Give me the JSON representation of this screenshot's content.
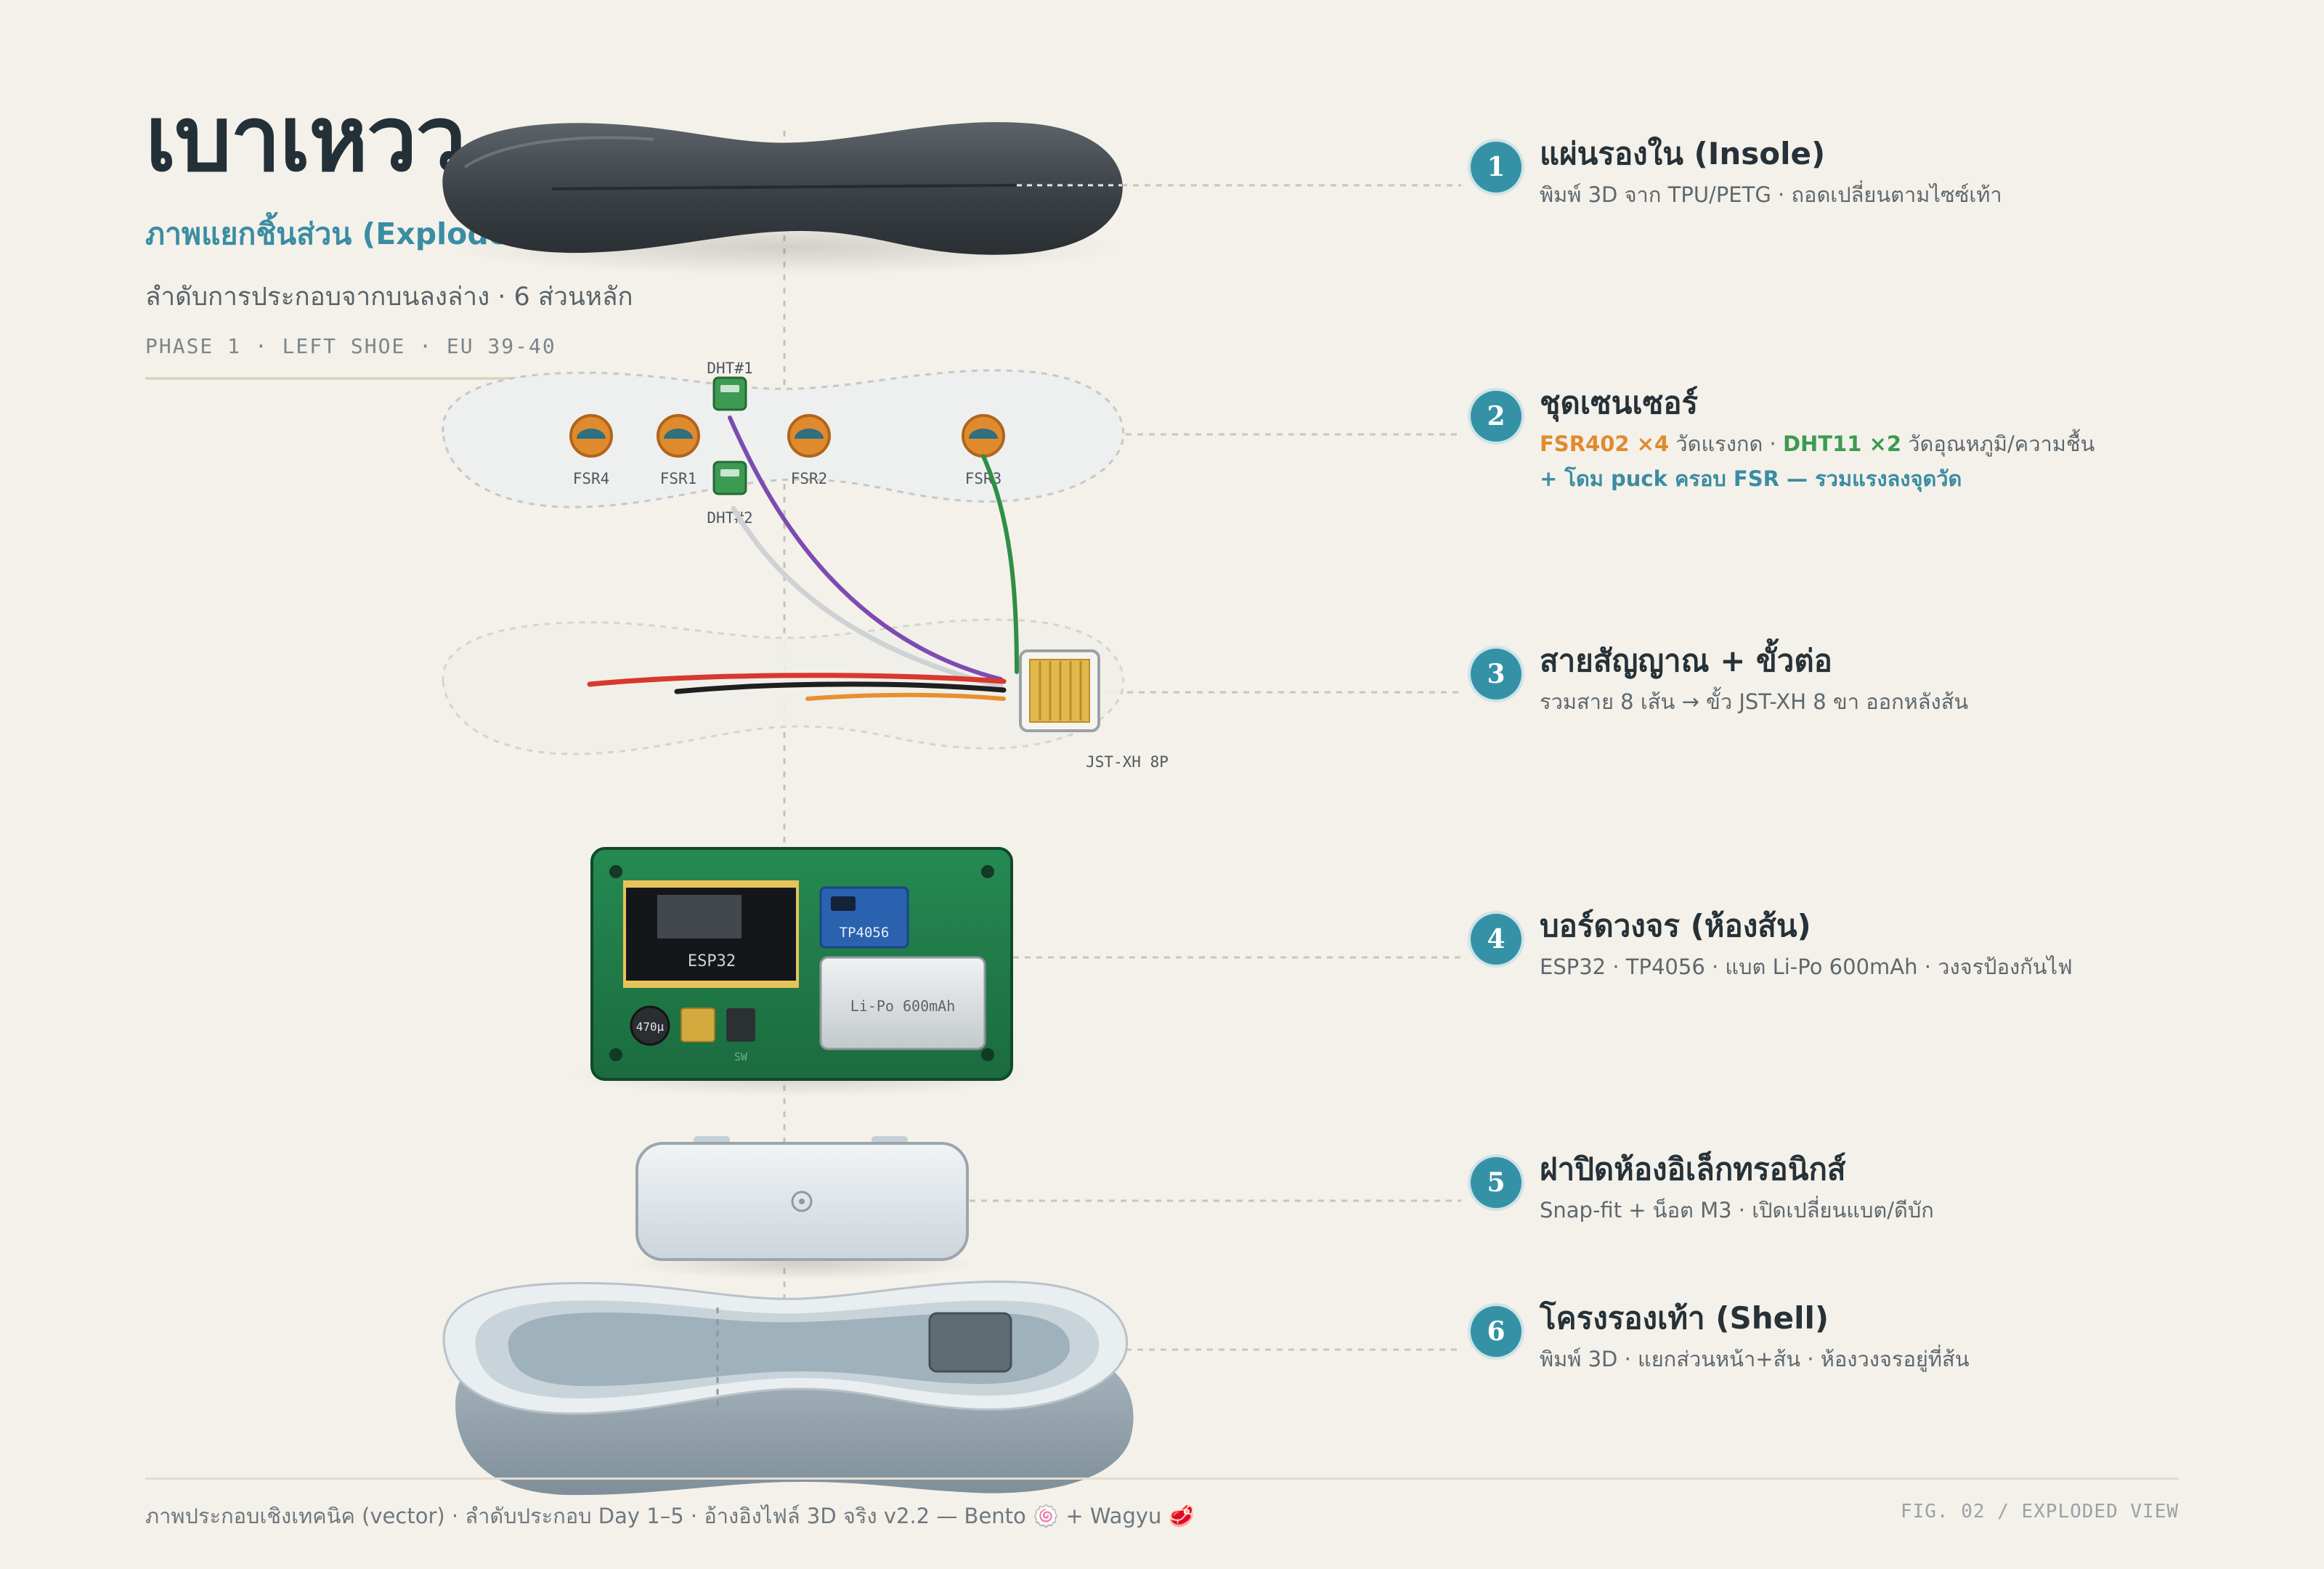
{
  "title": "เบาเหวว",
  "subtitle": "ภาพแยกชิ้นส่วน (Exploded View)",
  "subtitle_2": "ลำดับการประกอบจากบนลงล่าง · 6 ส่วนหลัก",
  "phase": "PHASE 1 · LEFT SHOE · EU 39-40",
  "parts": [
    {
      "number": "1",
      "title": "แผ่นรองใน (Insole)",
      "desc": "พิมพ์ 3D จาก TPU/PETG · ถอดเปลี่ยนตามไซซ์เท้า"
    },
    {
      "number": "2",
      "title": "ชุดเซนเซอร์",
      "desc_fsr": "FSR402 ×4",
      "desc_fsr_text": " วัดแรงกด · ",
      "desc_dht": "DHT11 ×2",
      "desc_dht_text": " วัดอุณหภูมิ/ความชื้น",
      "desc2": "+ โดม puck ครอบ FSR — รวมแรงลงจุดวัด"
    },
    {
      "number": "3",
      "title": "สายสัญญาณ + ขั้วต่อ",
      "desc": "รวมสาย 8 เส้น → ขั้ว JST-XH 8 ขา ออกหลังส้น"
    },
    {
      "number": "4",
      "title": "บอร์ดวงจร (ห้องส้น)",
      "desc": "ESP32 · TP4056 · แบต Li-Po 600mAh · วงจรป้องกันไฟ"
    },
    {
      "number": "5",
      "title": "ฝาปิดห้องอิเล็กทรอนิกส์",
      "desc": "Snap-fit + น็อต M3 · เปิดเปลี่ยนแบต/ดีบัก"
    },
    {
      "number": "6",
      "title": "โครงรองเท้า (Shell)",
      "desc": "พิมพ์ 3D · แยกส่วนหน้า+ส้น · ห้องวงจรอยู่ที่ส้น"
    }
  ],
  "diagram_labels": {
    "dht1": "DHT#1",
    "dht2": "DHT#2",
    "fsr4": "FSR4",
    "fsr1": "FSR1",
    "fsr2": "FSR2",
    "fsr3": "FSR3",
    "connector": "JST-XH 8P",
    "esp32": "ESP32",
    "tp4056": "TP4056",
    "battery": "Li-Po 600mAh",
    "capacitor": "470µ",
    "switch": "SW"
  },
  "colors": {
    "accent": "#3592a6",
    "fsr": "#e08a2e",
    "dht": "#3d9a52",
    "pcb": "#1f7a47",
    "wire_purple": "#7d4bb0",
    "wire_green": "#2f8f45",
    "wire_red": "#d8382e",
    "wire_orange": "#e8902e"
  },
  "footer": {
    "left": "ภาพประกอบเชิงเทคนิค (vector) · ลำดับประกอบ Day 1–5 · อ้างอิงไฟล์ 3D จริง v2.2 — Bento 🍥 + Wagyu 🥩",
    "right": "FIG. 02 / EXPLODED VIEW"
  }
}
